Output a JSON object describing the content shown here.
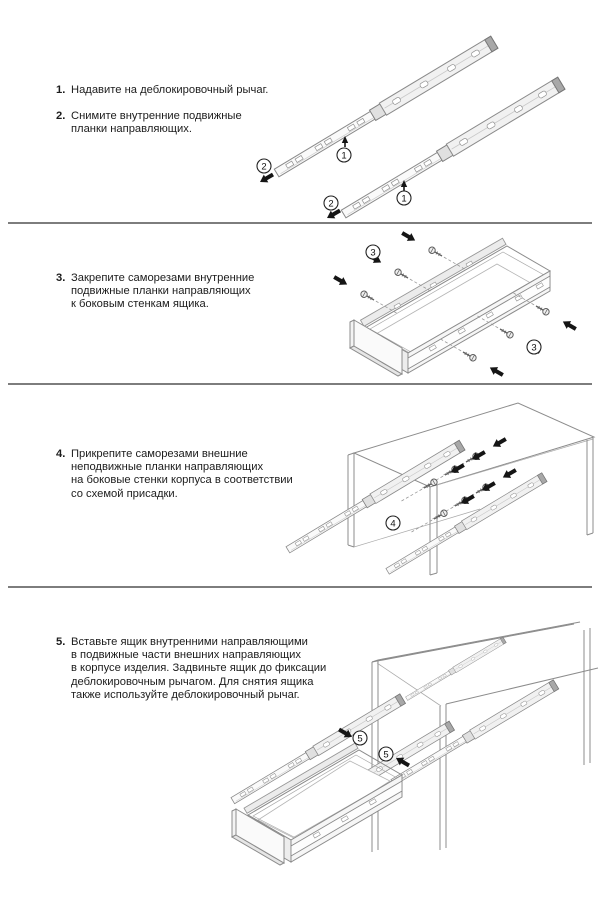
{
  "document_type": "furniture drawer slide installation instructions",
  "language": "ru",
  "colors": {
    "background": "#ffffff",
    "text": "#1c1c1c",
    "divider_gray": "#7d7d7d",
    "illustration_line": "#8c8c8c",
    "arrow_black": "#151515"
  },
  "steps": [
    {
      "number": "1.",
      "lines": [
        "Надавите на деблокировочный рычаг."
      ]
    },
    {
      "number": "2.",
      "lines": [
        "Снимите внутренние подвижные",
        "планки направляющих."
      ]
    },
    {
      "number": "3.",
      "lines": [
        "Закрепите саморезами внутренние",
        "подвижные планки направляющих",
        "к боковым стенкам ящика."
      ]
    },
    {
      "number": "4.",
      "lines": [
        "Прикрепите саморезами внешние",
        "неподвижные планки направляющих",
        "на боковые стенки корпуса в соответствии",
        "со схемой присадки."
      ]
    },
    {
      "number": "5.",
      "lines": [
        "Вставьте ящик внутренними направляющими",
        "в подвижные части внешних направляющих",
        "в корпусе изделия. Задвиньте ящик до фиксации",
        "деблокировочным рычагом. Для снятия ящика",
        "также используйте деблокировочный рычаг."
      ]
    }
  ],
  "figures": {
    "fig1": {
      "description": "two telescopic slides, press lever and pull inner rail",
      "callout_press_lever": "1",
      "callout_remove_rail": "2"
    },
    "fig2": {
      "description": "drawer box, screw inner rails to drawer sides",
      "callout_screws": "3"
    },
    "fig3": {
      "description": "cabinet carcass, screw outer rails to cabinet walls",
      "callout_screws": "4"
    },
    "fig4": {
      "description": "insert drawer into cabinet until lever locks",
      "callout_insert": "5"
    }
  }
}
